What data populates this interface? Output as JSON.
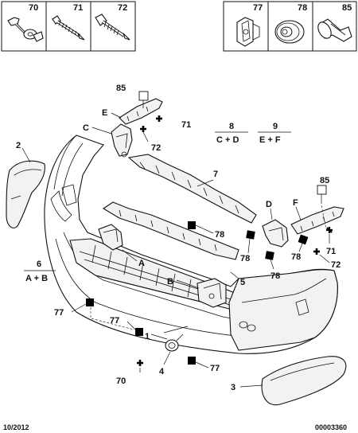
{
  "legend_left": [
    {
      "ref": "70",
      "icon": "screw-washer-icon"
    },
    {
      "ref": "71",
      "icon": "self-tapping-screw-icon"
    },
    {
      "ref": "72",
      "icon": "pan-head-screw-icon"
    }
  ],
  "legend_right": [
    {
      "ref": "77",
      "icon": "clip-nut-icon"
    },
    {
      "ref": "78",
      "icon": "grommet-icon"
    },
    {
      "ref": "85",
      "icon": "push-rivet-icon"
    }
  ],
  "callouts": {
    "p1": "1",
    "p2": "2",
    "p3": "3",
    "p4": "4",
    "p5": "5",
    "p7": "7",
    "pA": "A",
    "pB": "B",
    "pC": "C",
    "pD": "D",
    "pE": "E",
    "pF": "F",
    "n85_top": "85",
    "n71_top": "71",
    "n72_top": "72",
    "n85_right": "85",
    "n71_right": "71",
    "n72_right": "72",
    "n78_center": "78",
    "n78_d1": "78",
    "n78_d2": "78",
    "n78_f": "78",
    "n77_left": "77",
    "n77_mid": "77",
    "n77_right": "77",
    "n70_bottom": "70"
  },
  "groups": [
    {
      "num": "6",
      "members": "A + B"
    },
    {
      "num": "8",
      "members": "C + D"
    },
    {
      "num": "9",
      "members": "E + F"
    }
  ],
  "footer": {
    "date": "10/2012",
    "code": "00003360"
  }
}
